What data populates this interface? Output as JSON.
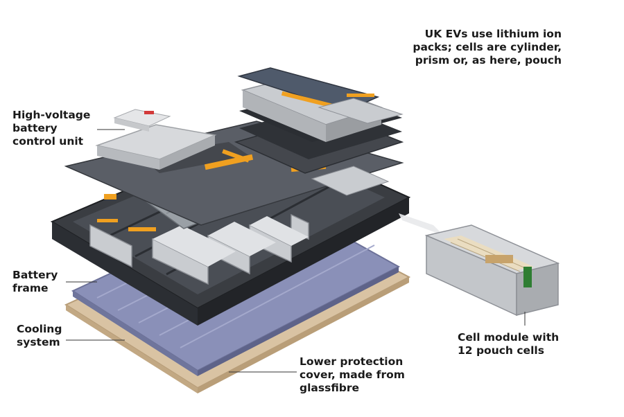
{
  "labels": {
    "intro": "UK EVs use lithium ion\npacks; cells are cylinder,\nprism or, as here, pouch",
    "hv_control_unit": "High-voltage\nbattery\ncontrol unit",
    "battery_frame": "Battery\nframe",
    "cooling_system": "Cooling\nsystem",
    "lower_cover": "Lower protection\ncover, made from\nglassfibre",
    "cell_module": "Cell module with\n12 pouch cells"
  },
  "colors": {
    "text": "#1a1a1a",
    "cover_glassfibre": "#d9c3a3",
    "cooling_plate": "#8a90b8",
    "frame_dark": "#2b2e33",
    "module_silver": "#c9ccd0",
    "coolant_orange": "#f0a020"
  }
}
